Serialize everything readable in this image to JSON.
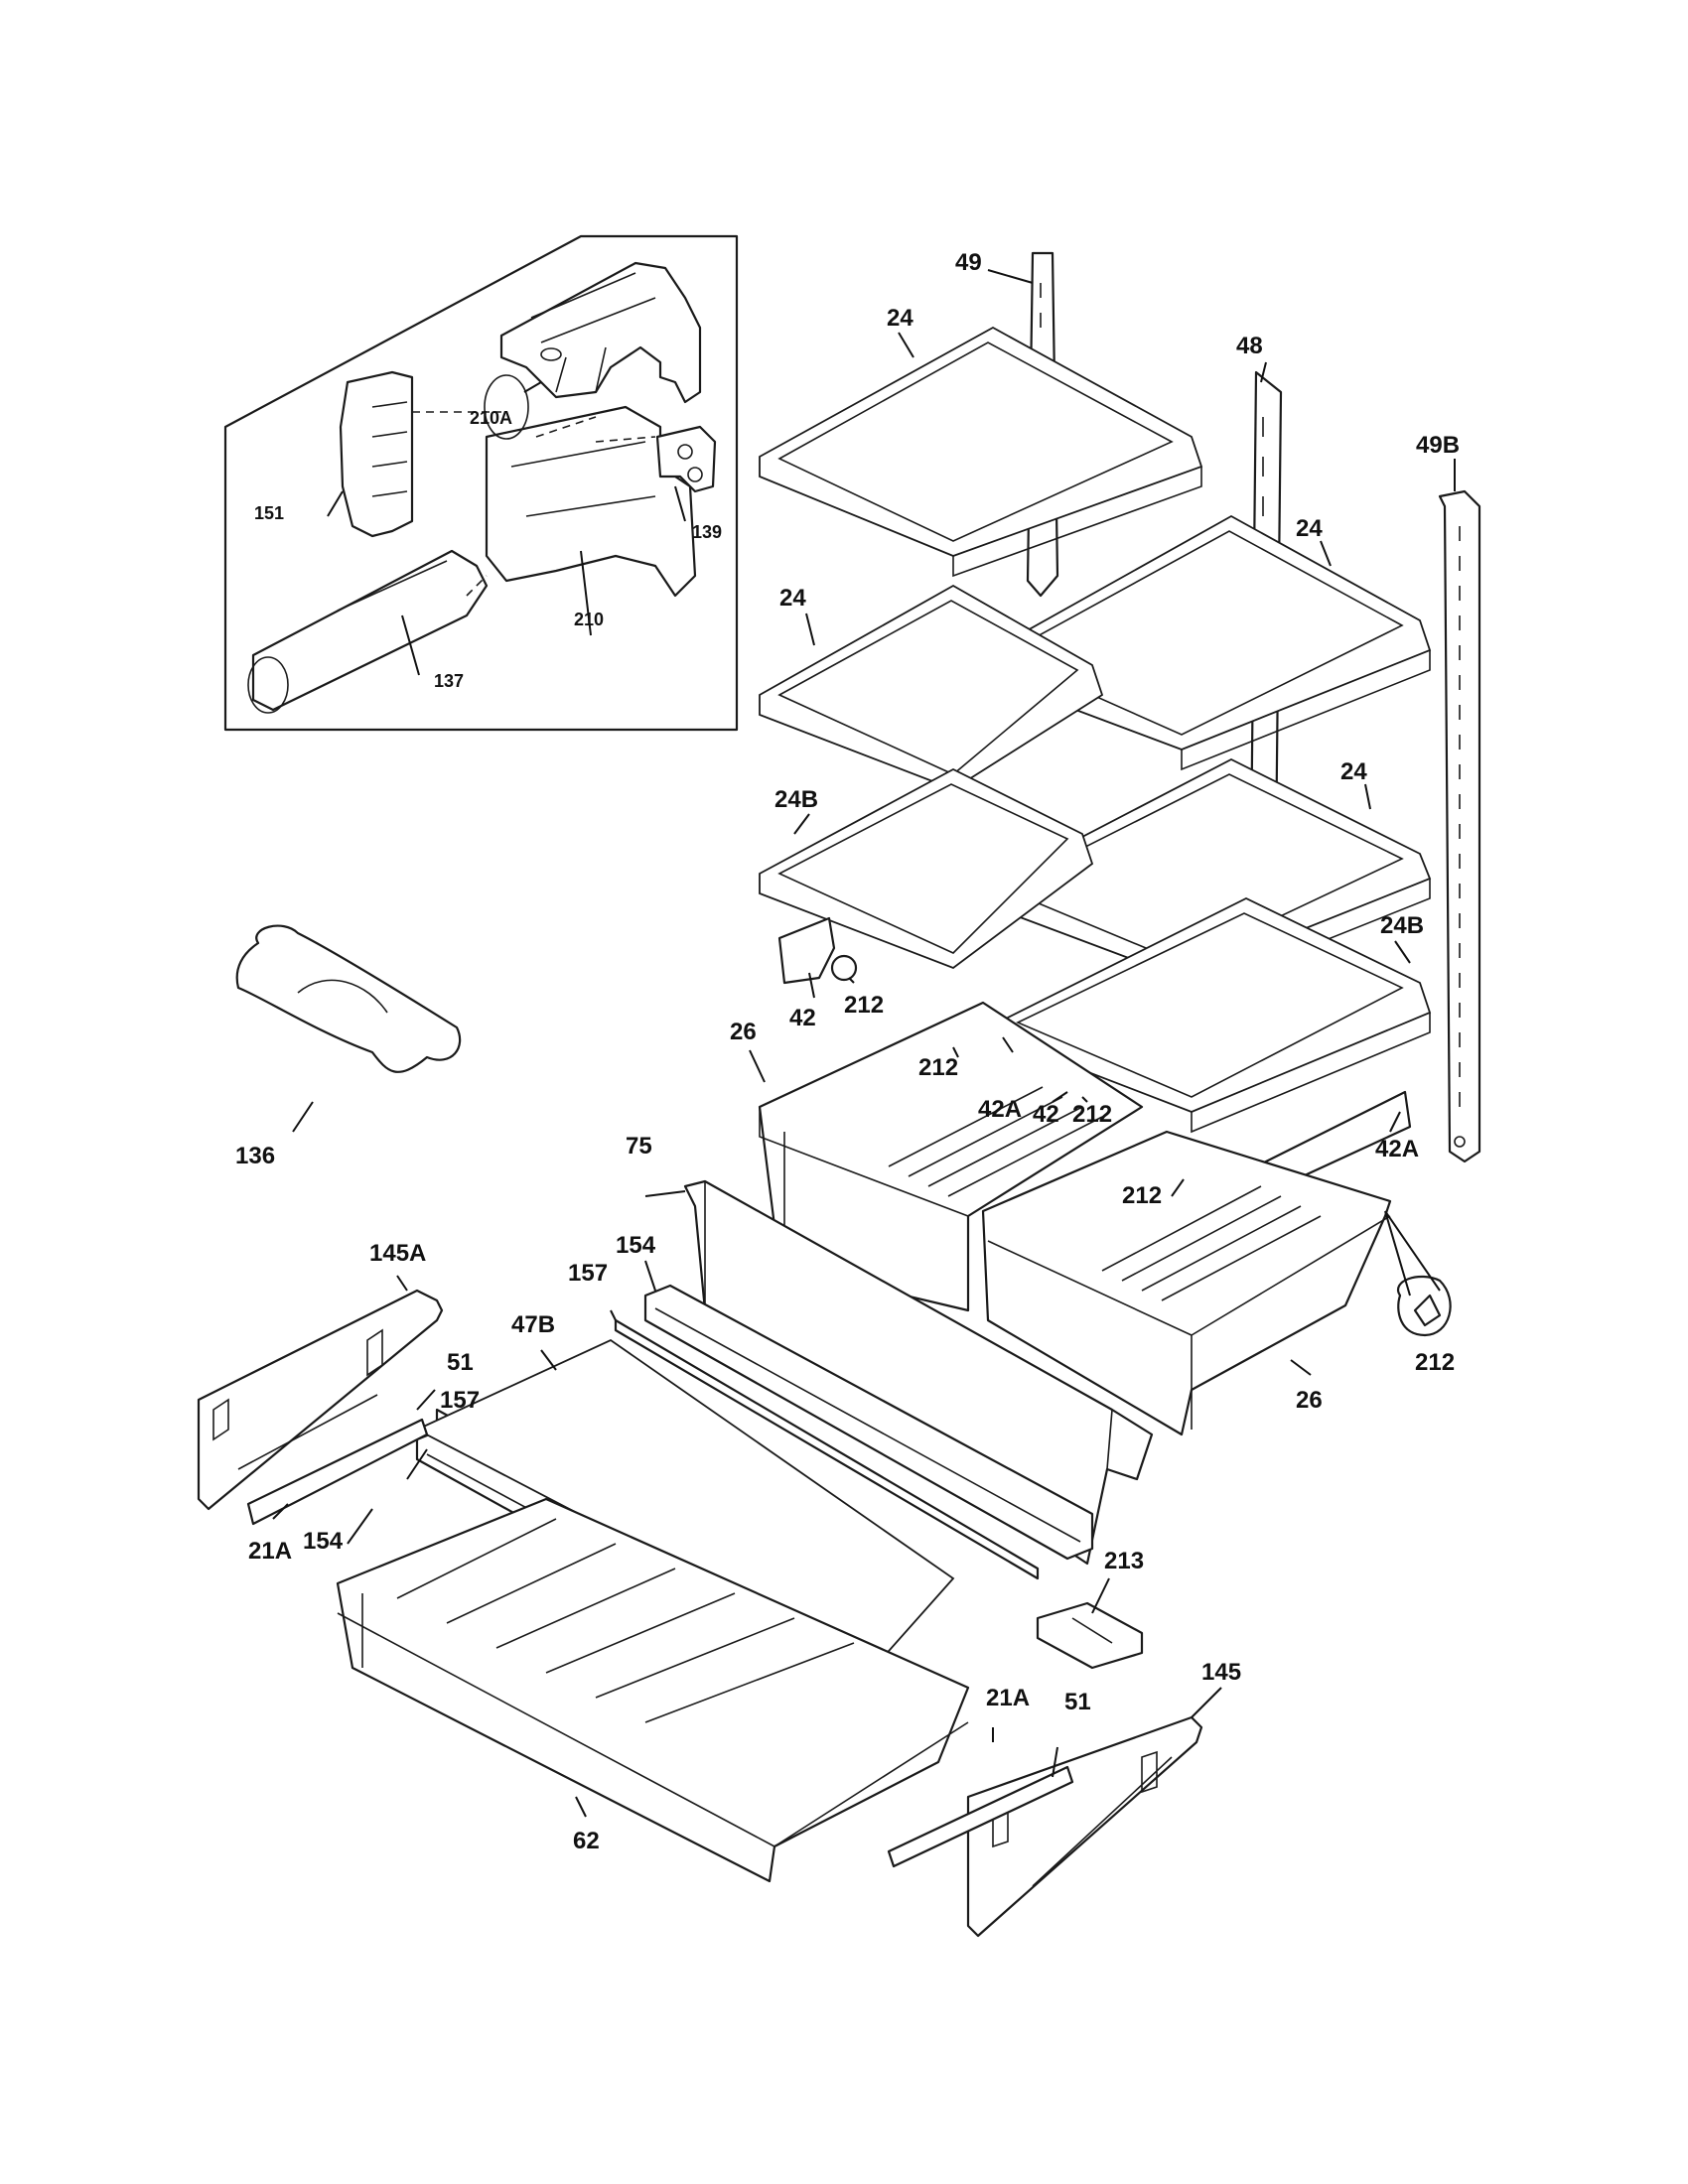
{
  "diagram": {
    "labels": {
      "p49": "49",
      "p24a": "24",
      "p48": "48",
      "p49b": "49B",
      "p24b": "24",
      "p24c": "24",
      "p24d": "24",
      "p24b1": "24B",
      "p24b2": "24B",
      "p42a": "42",
      "p212a": "212",
      "p26a": "26",
      "p212b": "212",
      "p42a1": "42A",
      "p42b": "42",
      "p212c": "212",
      "p42a2": "42A",
      "p212d": "212",
      "p136": "136",
      "p75": "75",
      "p154a": "154",
      "p157a": "157",
      "p145a": "145A",
      "p47b": "47B",
      "p51a": "51",
      "p157b": "157",
      "p21a1": "21A",
      "p154b": "154",
      "p212e": "212",
      "p26b": "26",
      "p213": "213",
      "p21a2": "21A",
      "p51b": "51",
      "p145": "145",
      "p62": "62"
    },
    "inset_labels": {
      "p210a": "210A",
      "p151": "151",
      "p139": "139",
      "p210": "210",
      "p137": "137"
    }
  }
}
